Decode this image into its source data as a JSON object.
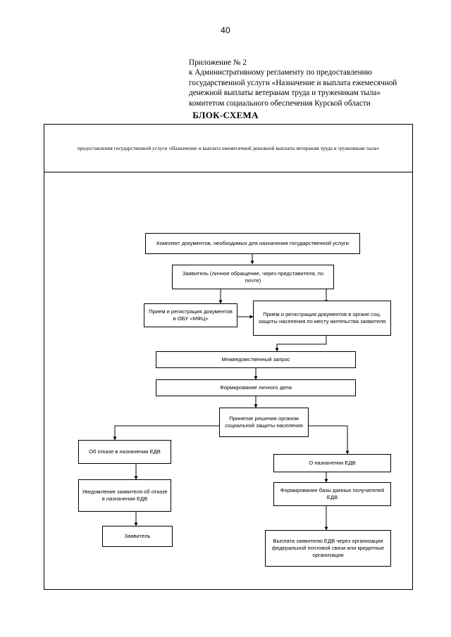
{
  "page": {
    "number": "40"
  },
  "appendix": {
    "lines": [
      "Приложение № 2",
      "к  Административному  регламенту по предоставлению",
      "государственной услуги «Назначение и выплата ежемесячной",
      "денежной выплаты ветеранам труда и труженикам тыла»",
      "комитетом социального обеспечения  Курской области"
    ]
  },
  "document": {
    "title": "БЛОК-СХЕМА",
    "subtitle": "предоставления государственной услуги  «Назначение и выплата ежемесячной денежной выплаты ветеранам труда и труженикам тыла»"
  },
  "chart_data": {
    "type": "flowchart",
    "title": "БЛОК-СХЕМА",
    "nodes": [
      {
        "id": "n1",
        "label": "Комплект документов, необходимых для назначения государственной услуги"
      },
      {
        "id": "n2",
        "label": "Заявитель (личное обращение, через представителя, по почте)"
      },
      {
        "id": "n3",
        "label": "Прием и регистрация документов в ОБУ «МФЦ»"
      },
      {
        "id": "n4",
        "label": "Прием и регистрация документов в органе соц. защиты населения по месту жительства заявителя"
      },
      {
        "id": "n5",
        "label": "Межведомственный запрос"
      },
      {
        "id": "n6",
        "label": "Формирование личного дела"
      },
      {
        "id": "n7",
        "label": "Принятие решения органом социальной защиты населения"
      },
      {
        "id": "n8",
        "label": "Об отказе в назначении ЕДВ"
      },
      {
        "id": "n9",
        "label": "О назначении ЕДВ"
      },
      {
        "id": "n10",
        "label": "Уведомление заявителя об отказе в назначении ЕДВ"
      },
      {
        "id": "n11",
        "label": "Формирование базы данных получателей ЕДВ"
      },
      {
        "id": "n12",
        "label": "Заявитель"
      },
      {
        "id": "n13",
        "label": "Выплата заявителю ЕДВ через организации федеральной почтовой связи или кредитные организации"
      }
    ],
    "edges": [
      {
        "from": "n1",
        "to": "n2"
      },
      {
        "from": "n2",
        "to": "n3"
      },
      {
        "from": "n2",
        "to": "n4"
      },
      {
        "from": "n3",
        "to": "n4"
      },
      {
        "from": "n4",
        "to": "n5"
      },
      {
        "from": "n5",
        "to": "n6"
      },
      {
        "from": "n6",
        "to": "n7"
      },
      {
        "from": "n7",
        "to": "n8"
      },
      {
        "from": "n7",
        "to": "n9"
      },
      {
        "from": "n8",
        "to": "n10"
      },
      {
        "from": "n9",
        "to": "n11"
      },
      {
        "from": "n10",
        "to": "n12"
      },
      {
        "from": "n11",
        "to": "n13"
      }
    ]
  }
}
